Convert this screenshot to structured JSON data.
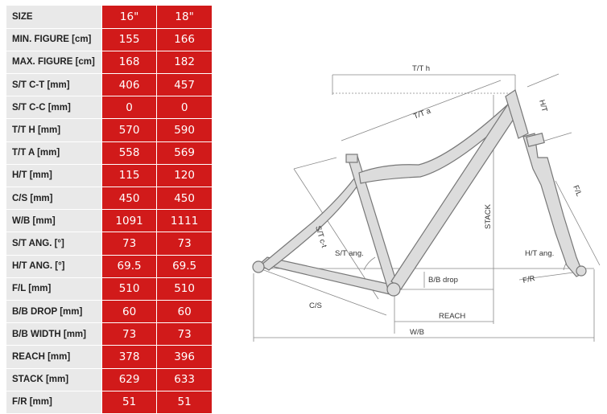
{
  "colors": {
    "accent": "#d11a1a",
    "label_bg": "#e9e9e9",
    "frame": "#777777",
    "frame_fill": "#dcdcdc",
    "dim_line": "#888888"
  },
  "table": {
    "header": {
      "label": "SIZE",
      "sizes": [
        "16\"",
        "18\""
      ]
    },
    "rows": [
      {
        "label": "MIN. FIGURE [cm]",
        "values": [
          "155",
          "166"
        ]
      },
      {
        "label": "MAX. FIGURE [cm]",
        "values": [
          "168",
          "182"
        ]
      },
      {
        "label": "S/T C-T [mm]",
        "values": [
          "406",
          "457"
        ]
      },
      {
        "label": "S/T C-C [mm]",
        "values": [
          "0",
          "0"
        ]
      },
      {
        "label": "T/T H [mm]",
        "values": [
          "570",
          "590"
        ]
      },
      {
        "label": "T/T A [mm]",
        "values": [
          "558",
          "569"
        ]
      },
      {
        "label": "H/T [mm]",
        "values": [
          "115",
          "120"
        ]
      },
      {
        "label": "C/S [mm]",
        "values": [
          "450",
          "450"
        ]
      },
      {
        "label": "W/B [mm]",
        "values": [
          "1091",
          "1111"
        ]
      },
      {
        "label": "S/T ANG. [°]",
        "values": [
          "73",
          "73"
        ]
      },
      {
        "label": "H/T ANG. [°]",
        "values": [
          "69.5",
          "69.5"
        ]
      },
      {
        "label": "F/L [mm]",
        "values": [
          "510",
          "510"
        ]
      },
      {
        "label": "B/B DROP [mm]",
        "values": [
          "60",
          "60"
        ]
      },
      {
        "label": "B/B WIDTH [mm]",
        "values": [
          "73",
          "73"
        ]
      },
      {
        "label": "REACH [mm]",
        "values": [
          "378",
          "396"
        ]
      },
      {
        "label": "STACK [mm]",
        "values": [
          "629",
          "633"
        ]
      },
      {
        "label": "F/R [mm]",
        "values": [
          "51",
          "51"
        ]
      }
    ]
  },
  "diagram": {
    "labels": {
      "tt_h": "T/T h",
      "tt_a": "T/T a",
      "ht": "H/T",
      "stack": "STACK",
      "fl": "F/L",
      "st_ct": "S/T c-t",
      "st_ang": "S/T ang.",
      "ht_ang": "H/T ang.",
      "bb_drop": "B/B drop",
      "fr": "F/R",
      "cs": "C/S",
      "reach": "REACH",
      "wb": "W/B"
    }
  }
}
